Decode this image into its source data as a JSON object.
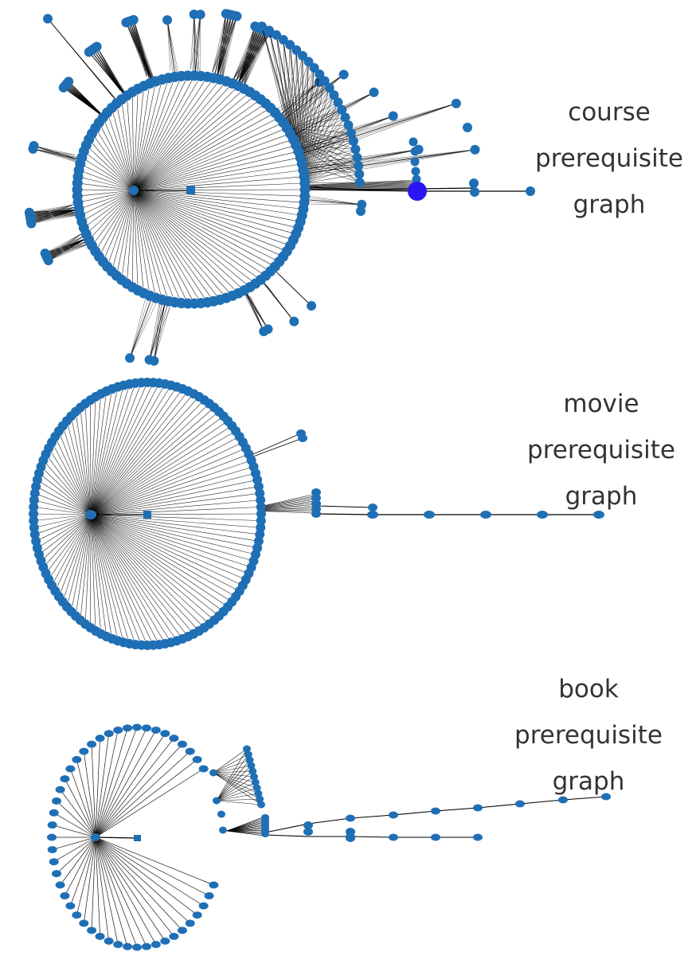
{
  "colors": {
    "node": "#1f6fb5",
    "highlight_node": "#2a16f2",
    "edge": "#000000",
    "label_text": "#333333",
    "background": "#ffffff"
  },
  "graphs": [
    {
      "id": "course",
      "label_lines": [
        "course",
        "prerequisite",
        "graph"
      ],
      "ring_nodes": 110,
      "outer_clusters": 26,
      "highlighted_node": true
    },
    {
      "id": "movie",
      "label_lines": [
        "movie",
        "prerequisite",
        "graph"
      ],
      "ring_nodes": 120,
      "chain_nodes": 6
    },
    {
      "id": "book",
      "label_lines": [
        "book",
        "prerequisite",
        "graph"
      ],
      "ring_nodes": 56,
      "chain_upper_nodes": 7,
      "chain_lower_nodes": 4
    }
  ]
}
